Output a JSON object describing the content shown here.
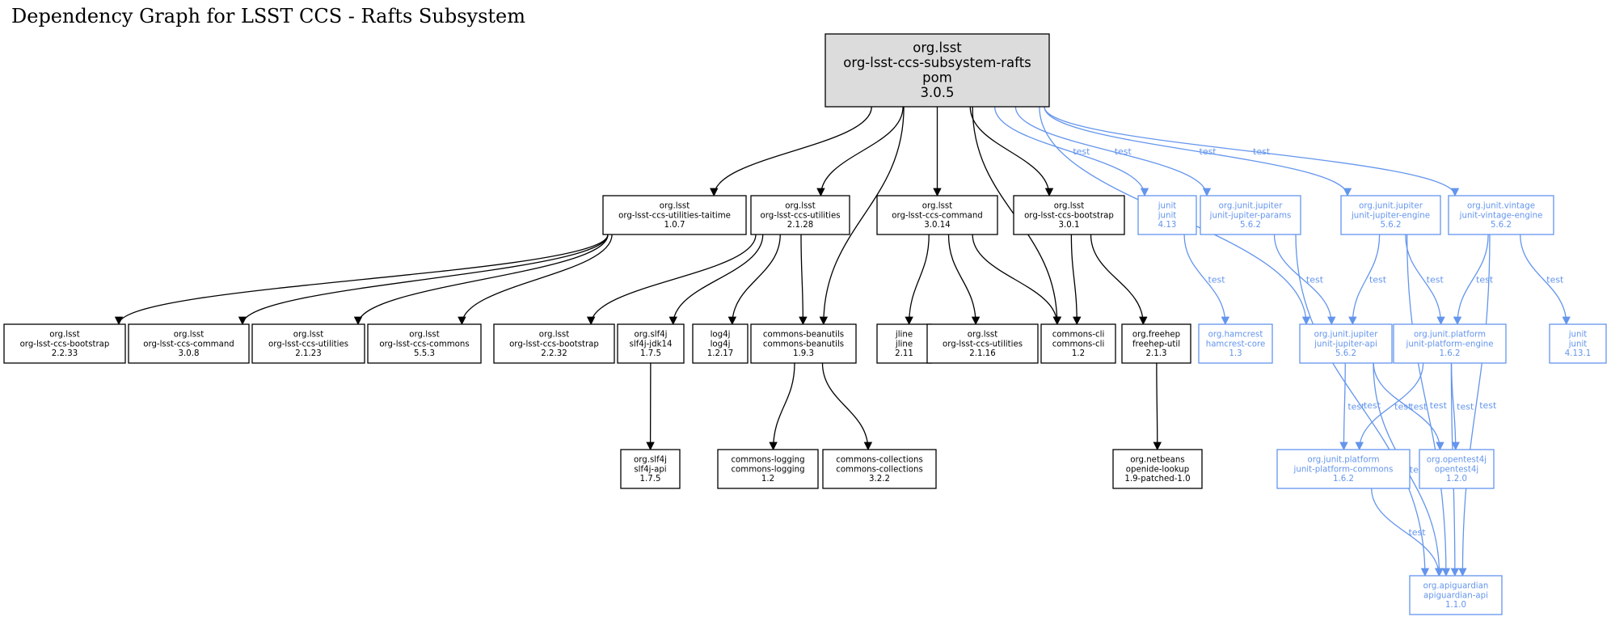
{
  "title": "Dependency Graph for LSST CCS - Rafts Subsystem",
  "colors": {
    "dependency": "#000000",
    "test": "#6495ED",
    "root_fill": "#dcdcdc"
  },
  "edge_label_test": "test",
  "nodes": [
    {
      "id": "root",
      "kind": "root",
      "lines": [
        "org.lsst",
        "org-lsst-ccs-subsystem-rafts",
        "pom",
        "3.0.5"
      ]
    },
    {
      "id": "taitime",
      "kind": "dep",
      "lines": [
        "org.lsst",
        "org-lsst-ccs-utilities-taitime",
        "1.0.7"
      ]
    },
    {
      "id": "utilities-2128",
      "kind": "dep",
      "lines": [
        "org.lsst",
        "org-lsst-ccs-utilities",
        "2.1.28"
      ]
    },
    {
      "id": "command-3014",
      "kind": "dep",
      "lines": [
        "org.lsst",
        "org-lsst-ccs-command",
        "3.0.14"
      ]
    },
    {
      "id": "bootstrap-301",
      "kind": "dep",
      "lines": [
        "org.lsst",
        "org-lsst-ccs-bootstrap",
        "3.0.1"
      ]
    },
    {
      "id": "junit-413",
      "kind": "test",
      "lines": [
        "junit",
        "junit",
        "4.13"
      ]
    },
    {
      "id": "jupiter-params",
      "kind": "test",
      "lines": [
        "org.junit.jupiter",
        "junit-jupiter-params",
        "5.6.2"
      ]
    },
    {
      "id": "jupiter-engine",
      "kind": "test",
      "lines": [
        "org.junit.jupiter",
        "junit-jupiter-engine",
        "5.6.2"
      ]
    },
    {
      "id": "vintage-engine",
      "kind": "test",
      "lines": [
        "org.junit.vintage",
        "junit-vintage-engine",
        "5.6.2"
      ]
    },
    {
      "id": "bootstrap-2233",
      "kind": "dep",
      "lines": [
        "org.lsst",
        "org-lsst-ccs-bootstrap",
        "2.2.33"
      ]
    },
    {
      "id": "command-308",
      "kind": "dep",
      "lines": [
        "org.lsst",
        "org-lsst-ccs-command",
        "3.0.8"
      ]
    },
    {
      "id": "utilities-2123",
      "kind": "dep",
      "lines": [
        "org.lsst",
        "org-lsst-ccs-utilities",
        "2.1.23"
      ]
    },
    {
      "id": "commons-553",
      "kind": "dep",
      "lines": [
        "org.lsst",
        "org-lsst-ccs-commons",
        "5.5.3"
      ]
    },
    {
      "id": "bootstrap-2232",
      "kind": "dep",
      "lines": [
        "org.lsst",
        "org-lsst-ccs-bootstrap",
        "2.2.32"
      ]
    },
    {
      "id": "slf4j-jdk14",
      "kind": "dep",
      "lines": [
        "org.slf4j",
        "slf4j-jdk14",
        "1.7.5"
      ]
    },
    {
      "id": "log4j",
      "kind": "dep",
      "lines": [
        "log4j",
        "log4j",
        "1.2.17"
      ]
    },
    {
      "id": "beanutils",
      "kind": "dep",
      "lines": [
        "commons-beanutils",
        "commons-beanutils",
        "1.9.3"
      ]
    },
    {
      "id": "jline",
      "kind": "dep",
      "lines": [
        "jline",
        "jline",
        "2.11"
      ]
    },
    {
      "id": "utilities-2116",
      "kind": "dep",
      "lines": [
        "org.lsst",
        "org-lsst-ccs-utilities",
        "2.1.16"
      ]
    },
    {
      "id": "commons-cli",
      "kind": "dep",
      "lines": [
        "commons-cli",
        "commons-cli",
        "1.2"
      ]
    },
    {
      "id": "freehep",
      "kind": "dep",
      "lines": [
        "org.freehep",
        "freehep-util",
        "2.1.3"
      ]
    },
    {
      "id": "hamcrest",
      "kind": "test",
      "lines": [
        "org.hamcrest",
        "hamcrest-core",
        "1.3"
      ]
    },
    {
      "id": "jupiter-api",
      "kind": "test",
      "lines": [
        "org.junit.jupiter",
        "junit-jupiter-api",
        "5.6.2"
      ]
    },
    {
      "id": "platform-engine",
      "kind": "test",
      "lines": [
        "org.junit.platform",
        "junit-platform-engine",
        "1.6.2"
      ]
    },
    {
      "id": "junit-4131",
      "kind": "test",
      "lines": [
        "junit",
        "junit",
        "4.13.1"
      ]
    },
    {
      "id": "slf4j-api",
      "kind": "dep",
      "lines": [
        "org.slf4j",
        "slf4j-api",
        "1.7.5"
      ]
    },
    {
      "id": "commons-logging",
      "kind": "dep",
      "lines": [
        "commons-logging",
        "commons-logging",
        "1.2"
      ]
    },
    {
      "id": "commons-collections",
      "kind": "dep",
      "lines": [
        "commons-collections",
        "commons-collections",
        "3.2.2"
      ]
    },
    {
      "id": "openide-lookup",
      "kind": "dep",
      "lines": [
        "org.netbeans",
        "openide-lookup",
        "1.9-patched-1.0"
      ]
    },
    {
      "id": "platform-commons",
      "kind": "test",
      "lines": [
        "org.junit.platform",
        "junit-platform-commons",
        "1.6.2"
      ]
    },
    {
      "id": "opentest4j",
      "kind": "test",
      "lines": [
        "org.opentest4j",
        "opentest4j",
        "1.2.0"
      ]
    },
    {
      "id": "apiguardian",
      "kind": "test",
      "lines": [
        "org.apiguardian",
        "apiguardian-api",
        "1.1.0"
      ]
    }
  ],
  "edges": [
    {
      "from": "root",
      "to": "taitime",
      "kind": "dep"
    },
    {
      "from": "root",
      "to": "utilities-2128",
      "kind": "dep"
    },
    {
      "from": "root",
      "to": "beanutils",
      "kind": "dep"
    },
    {
      "from": "root",
      "to": "command-3014",
      "kind": "dep"
    },
    {
      "from": "root",
      "to": "commons-cli",
      "kind": "dep"
    },
    {
      "from": "root",
      "to": "bootstrap-301",
      "kind": "dep"
    },
    {
      "from": "root",
      "to": "junit-413",
      "kind": "test",
      "label": "test"
    },
    {
      "from": "root",
      "to": "jupiter-params",
      "kind": "test",
      "label": "test"
    },
    {
      "from": "root",
      "to": "jupiter-api",
      "kind": "test",
      "label": "test"
    },
    {
      "from": "root",
      "to": "jupiter-engine",
      "kind": "test",
      "label": "test"
    },
    {
      "from": "root",
      "to": "vintage-engine",
      "kind": "test",
      "label": "test"
    },
    {
      "from": "taitime",
      "to": "bootstrap-2233",
      "kind": "dep"
    },
    {
      "from": "taitime",
      "to": "command-308",
      "kind": "dep"
    },
    {
      "from": "taitime",
      "to": "utilities-2123",
      "kind": "dep"
    },
    {
      "from": "taitime",
      "to": "commons-553",
      "kind": "dep"
    },
    {
      "from": "utilities-2128",
      "to": "bootstrap-2232",
      "kind": "dep"
    },
    {
      "from": "utilities-2128",
      "to": "slf4j-jdk14",
      "kind": "dep"
    },
    {
      "from": "utilities-2128",
      "to": "log4j",
      "kind": "dep"
    },
    {
      "from": "utilities-2128",
      "to": "beanutils",
      "kind": "dep"
    },
    {
      "from": "command-3014",
      "to": "jline",
      "kind": "dep"
    },
    {
      "from": "command-3014",
      "to": "utilities-2116",
      "kind": "dep"
    },
    {
      "from": "command-3014",
      "to": "commons-cli",
      "kind": "dep"
    },
    {
      "from": "bootstrap-301",
      "to": "commons-cli",
      "kind": "dep"
    },
    {
      "from": "bootstrap-301",
      "to": "freehep",
      "kind": "dep"
    },
    {
      "from": "slf4j-jdk14",
      "to": "slf4j-api",
      "kind": "dep"
    },
    {
      "from": "beanutils",
      "to": "commons-logging",
      "kind": "dep"
    },
    {
      "from": "beanutils",
      "to": "commons-collections",
      "kind": "dep"
    },
    {
      "from": "freehep",
      "to": "openide-lookup",
      "kind": "dep"
    },
    {
      "from": "junit-413",
      "to": "hamcrest",
      "kind": "test",
      "label": "test"
    },
    {
      "from": "jupiter-params",
      "to": "jupiter-api",
      "kind": "test",
      "label": "test"
    },
    {
      "from": "jupiter-params",
      "to": "apiguardian",
      "kind": "test",
      "label": "test"
    },
    {
      "from": "jupiter-engine",
      "to": "jupiter-api",
      "kind": "test",
      "label": "test"
    },
    {
      "from": "jupiter-engine",
      "to": "platform-engine",
      "kind": "test",
      "label": "test"
    },
    {
      "from": "jupiter-engine",
      "to": "apiguardian",
      "kind": "test",
      "label": "test"
    },
    {
      "from": "vintage-engine",
      "to": "platform-engine",
      "kind": "test",
      "label": "test"
    },
    {
      "from": "vintage-engine",
      "to": "junit-4131",
      "kind": "test",
      "label": "test"
    },
    {
      "from": "vintage-engine",
      "to": "apiguardian",
      "kind": "test",
      "label": "test"
    },
    {
      "from": "jupiter-api",
      "to": "platform-commons",
      "kind": "test",
      "label": "test"
    },
    {
      "from": "jupiter-api",
      "to": "opentest4j",
      "kind": "test",
      "label": "test"
    },
    {
      "from": "jupiter-api",
      "to": "apiguardian",
      "kind": "test",
      "label": "test"
    },
    {
      "from": "platform-engine",
      "to": "platform-commons",
      "kind": "test",
      "label": "test"
    },
    {
      "from": "platform-engine",
      "to": "opentest4j",
      "kind": "test",
      "label": "test"
    },
    {
      "from": "platform-engine",
      "to": "apiguardian",
      "kind": "test",
      "label": "test"
    },
    {
      "from": "platform-commons",
      "to": "apiguardian",
      "kind": "test",
      "label": "test"
    }
  ]
}
